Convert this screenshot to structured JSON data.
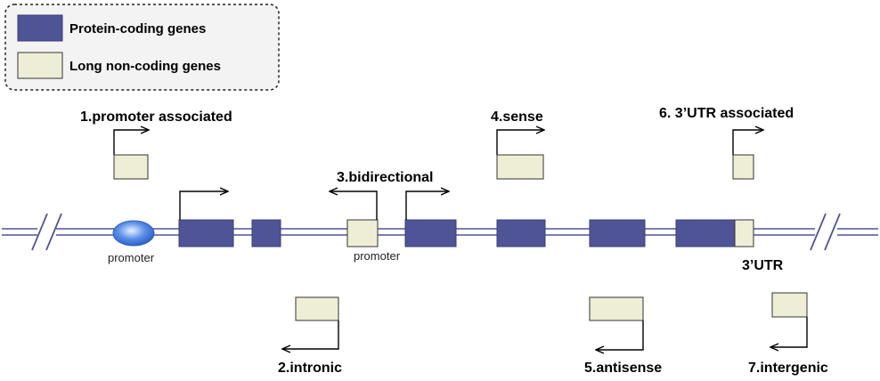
{
  "legend": {
    "protein_coding": "Protein-coding genes",
    "long_noncoding": "Long non-coding genes"
  },
  "labels": {
    "promoter_associated": "1.promoter associated",
    "intronic": "2.intronic",
    "bidirectional": "3.bidirectional",
    "sense": "4.sense",
    "antisense": "5.antisense",
    "utr_associated": "6. 3’UTR associated",
    "intergenic": "7.intergenic",
    "promoter_1": "promoter",
    "promoter_2": "promoter",
    "utr": "3’UTR"
  },
  "colors": {
    "protein_coding": "#4f5496",
    "long_noncoding": "#eeeed6",
    "line": "#4f5496",
    "promoter": "#3a6fd8"
  }
}
